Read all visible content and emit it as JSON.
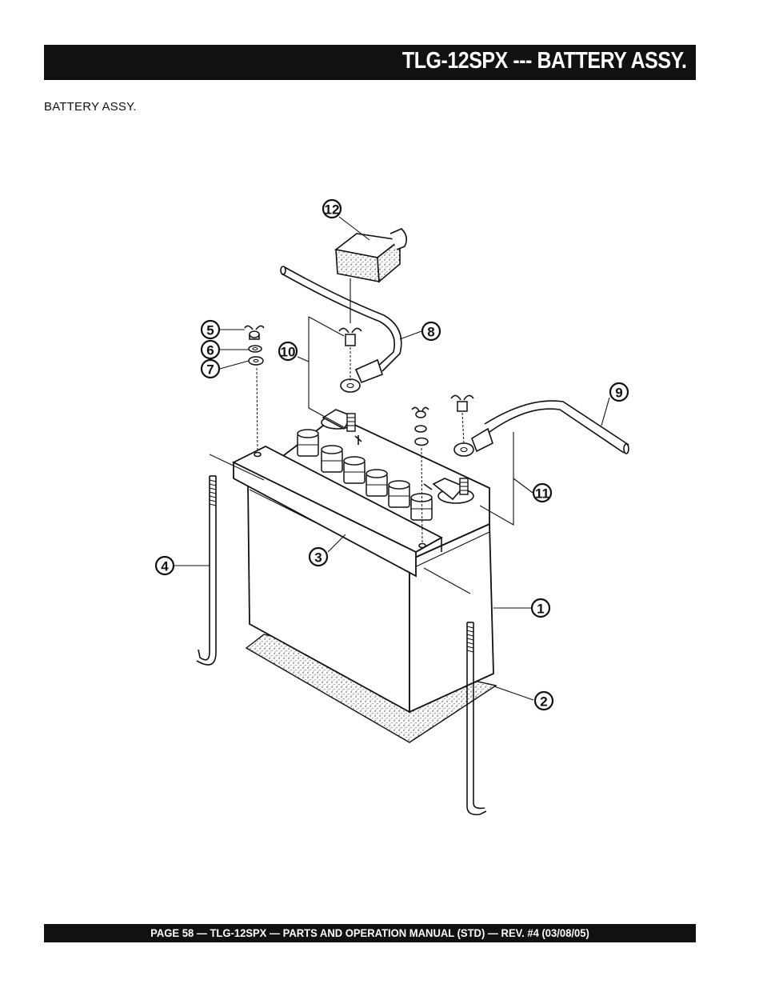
{
  "header": {
    "title": "TLG-12SPX --- BATTERY ASSY."
  },
  "section": {
    "label": "BATTERY ASSY."
  },
  "diagram": {
    "callouts": [
      {
        "number": "1"
      },
      {
        "number": "2"
      },
      {
        "number": "3"
      },
      {
        "number": "4"
      },
      {
        "number": "5"
      },
      {
        "number": "6"
      },
      {
        "number": "7"
      },
      {
        "number": "8"
      },
      {
        "number": "9"
      },
      {
        "number": "10"
      },
      {
        "number": "11"
      },
      {
        "number": "12"
      }
    ]
  },
  "footer": {
    "text": "PAGE 58 — TLG-12SPX — PARTS AND OPERATION  MANUAL (STD) — REV. #4  (03/08/05)"
  }
}
